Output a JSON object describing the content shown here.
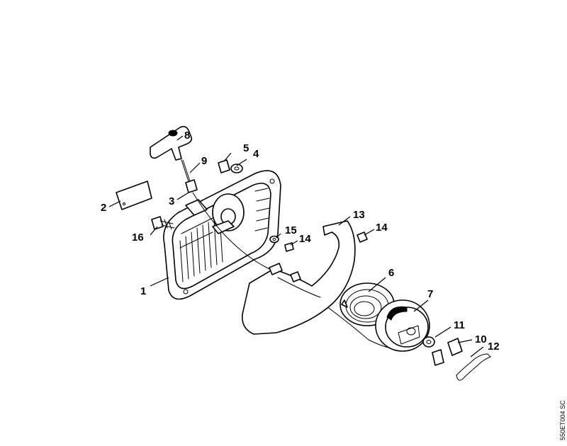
{
  "diagram": {
    "drawing_code": "550ET004 SC",
    "callouts": [
      {
        "id": "c1",
        "label": "1"
      },
      {
        "id": "c2",
        "label": "2"
      },
      {
        "id": "c3",
        "label": "3"
      },
      {
        "id": "c4",
        "label": "4"
      },
      {
        "id": "c5",
        "label": "5"
      },
      {
        "id": "c6",
        "label": "6"
      },
      {
        "id": "c7",
        "label": "7"
      },
      {
        "id": "c8",
        "label": "8"
      },
      {
        "id": "c9",
        "label": "9"
      },
      {
        "id": "c10",
        "label": "10"
      },
      {
        "id": "c11",
        "label": "11"
      },
      {
        "id": "c12",
        "label": "12"
      },
      {
        "id": "c13",
        "label": "13"
      },
      {
        "id": "c14a",
        "label": "14"
      },
      {
        "id": "c14b",
        "label": "14"
      },
      {
        "id": "c15",
        "label": "15"
      },
      {
        "id": "c16",
        "label": "16"
      }
    ]
  }
}
